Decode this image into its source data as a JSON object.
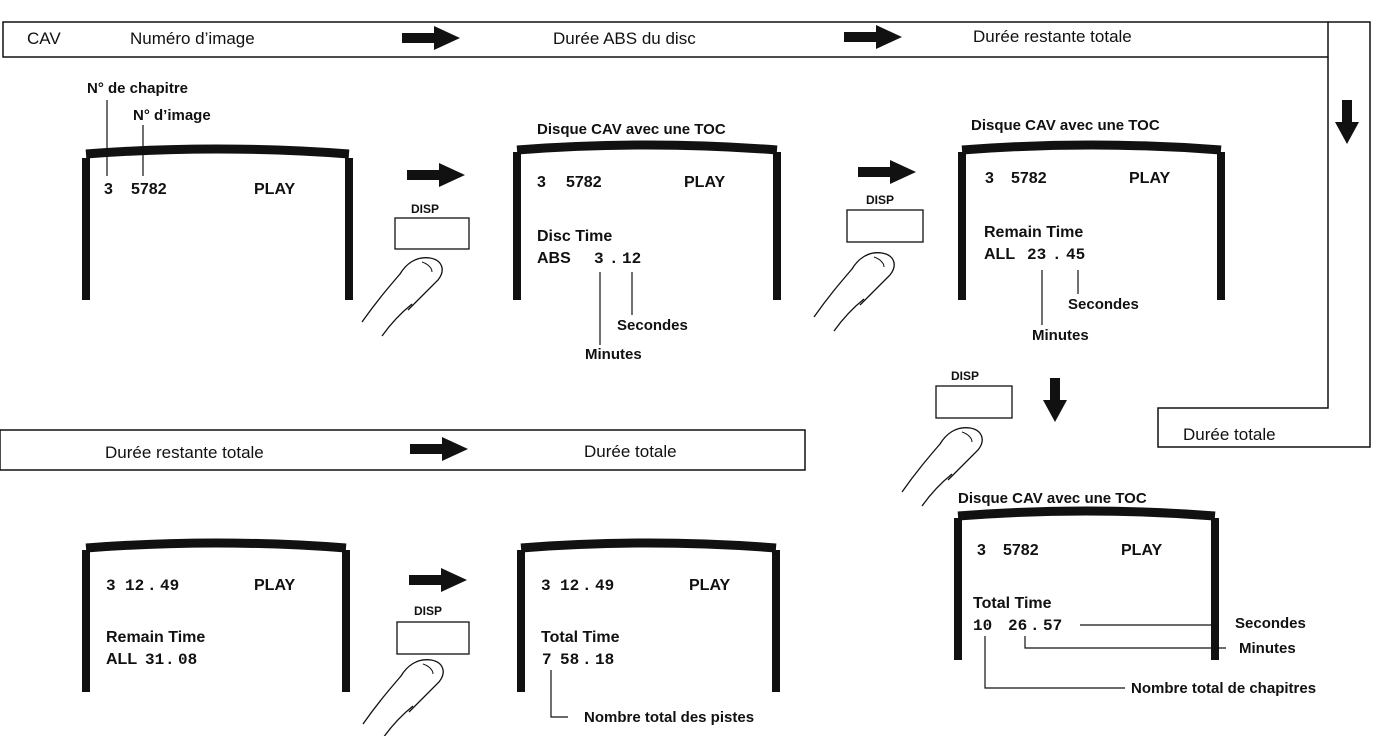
{
  "top_band": {
    "mode": "CAV",
    "step1": "Numéro d’image",
    "step2": "Durée ABS du disc",
    "step3": "Durée restante totale",
    "step4": "Durée totale"
  },
  "bottom_band": {
    "step1": "Durée restante totale",
    "step2": "Durée totale"
  },
  "disp_label": "DISP",
  "screen1": {
    "label_chapter": "N° de chapitre",
    "label_image": "N° d’image",
    "chapter": "3",
    "frame": "5782",
    "status": "PLAY"
  },
  "screen2": {
    "caption": "Disque CAV avec une TOC",
    "chapter": "3",
    "frame": "5782",
    "status": "PLAY",
    "line1": "Disc Time",
    "abs": "ABS",
    "minutes_value": "3",
    "seconds_value": "12",
    "label_seconds": "Secondes",
    "label_minutes": "Minutes"
  },
  "screen3": {
    "caption": "Disque CAV avec une TOC",
    "chapter": "3",
    "frame": "5782",
    "status": "PLAY",
    "line1": "Remain Time",
    "all": "ALL",
    "minutes_value": "23",
    "seconds_value": "45",
    "label_seconds": "Secondes",
    "label_minutes": "Minutes"
  },
  "screen4": {
    "caption": "Disque CAV avec une TOC",
    "chapter": "3",
    "frame": "5782",
    "status": "PLAY",
    "line1": "Total Time",
    "chapters_value": "10",
    "minutes_value": "26",
    "seconds_value": "57",
    "label_seconds": "Secondes",
    "label_minutes": "Minutes",
    "label_chapters": "Nombre total de chapitres"
  },
  "screen5": {
    "chapter": "3",
    "minutes_value": "12",
    "seconds_value": "49",
    "status": "PLAY",
    "line1": "Remain Time",
    "all": "ALL",
    "remain_minutes": "31",
    "remain_seconds": "08"
  },
  "screen6": {
    "chapter": "3",
    "minutes_value": "12",
    "seconds_value": "49",
    "status": "PLAY",
    "line1": "Total Time",
    "tracks_value": "7",
    "total_minutes": "58",
    "total_seconds": "18",
    "label_tracks": "Nombre total des pistes"
  },
  "colors": {
    "ink": "#111111",
    "background": "#ffffff"
  },
  "icons": [
    "arrow-right-icon",
    "arrow-down-icon",
    "finger-press-icon",
    "disp-button"
  ]
}
